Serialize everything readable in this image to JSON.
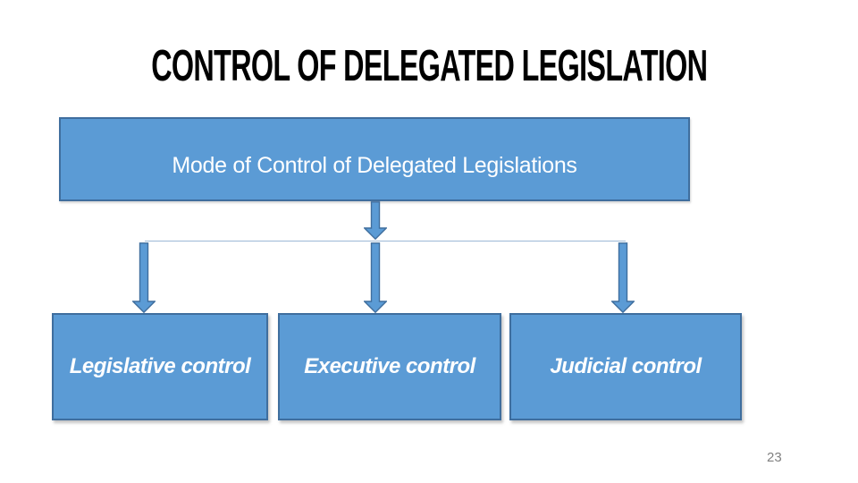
{
  "slide": {
    "title": "CONTROL OF DELEGATED LEGISLATION",
    "page_number": "23"
  },
  "diagram": {
    "type": "hierarchy-flowchart",
    "root_box": {
      "label": "Mode of Control of Delegated Legislations"
    },
    "children": [
      {
        "label": "Legislative control"
      },
      {
        "label": "Executive control"
      },
      {
        "label": "Judicial control"
      }
    ],
    "connectors": {
      "root_arrow": "down-arrow",
      "branch_arrows": [
        "down-arrow",
        "down-arrow",
        "down-arrow"
      ]
    }
  },
  "colors": {
    "bg": "#FFFFFF",
    "title_color": "#000000",
    "box_fill": "#5B9BD5",
    "box_border": "#3F6E9E",
    "box_text": "#FFFFFF",
    "connector": "#9CB9D6",
    "page_number_color": "#808080"
  }
}
